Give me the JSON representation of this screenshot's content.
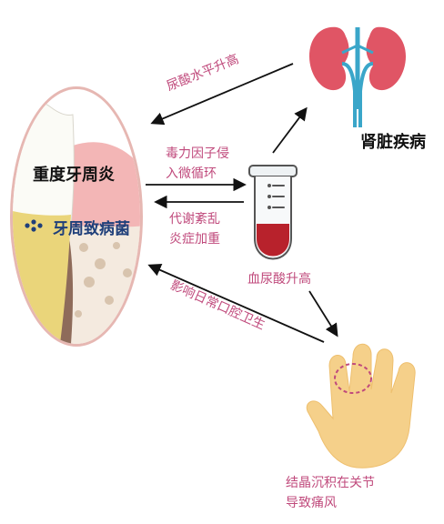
{
  "nodes": {
    "periodontitis": {
      "label": "重度牙周炎"
    },
    "bacteria": {
      "label": "牙周致病菌"
    },
    "kidney": {
      "label": "肾脏疾病"
    },
    "tube": {
      "label": "血尿酸升高"
    },
    "hand": {
      "line1": "结晶沉积在关节",
      "line2": "导致痛风"
    }
  },
  "edges": {
    "uric_to_teeth": {
      "label": "尿酸水平升高"
    },
    "teeth_to_tube": {
      "line1": "毒力因子侵",
      "line2": "入微循环"
    },
    "tube_to_teeth": {
      "line1": "代谢紊乱",
      "line2": "炎症加重"
    },
    "hand_to_teeth": {
      "label": "影响日常口腔卫生"
    }
  },
  "colors": {
    "label_pink": "#c04a7c",
    "oval_border": "#e6b7b2",
    "kidney_red": "#e05565",
    "vessel_blue": "#3aa6c9",
    "liquid_red": "#b8222c",
    "hand_skin": "#f5d08a"
  }
}
